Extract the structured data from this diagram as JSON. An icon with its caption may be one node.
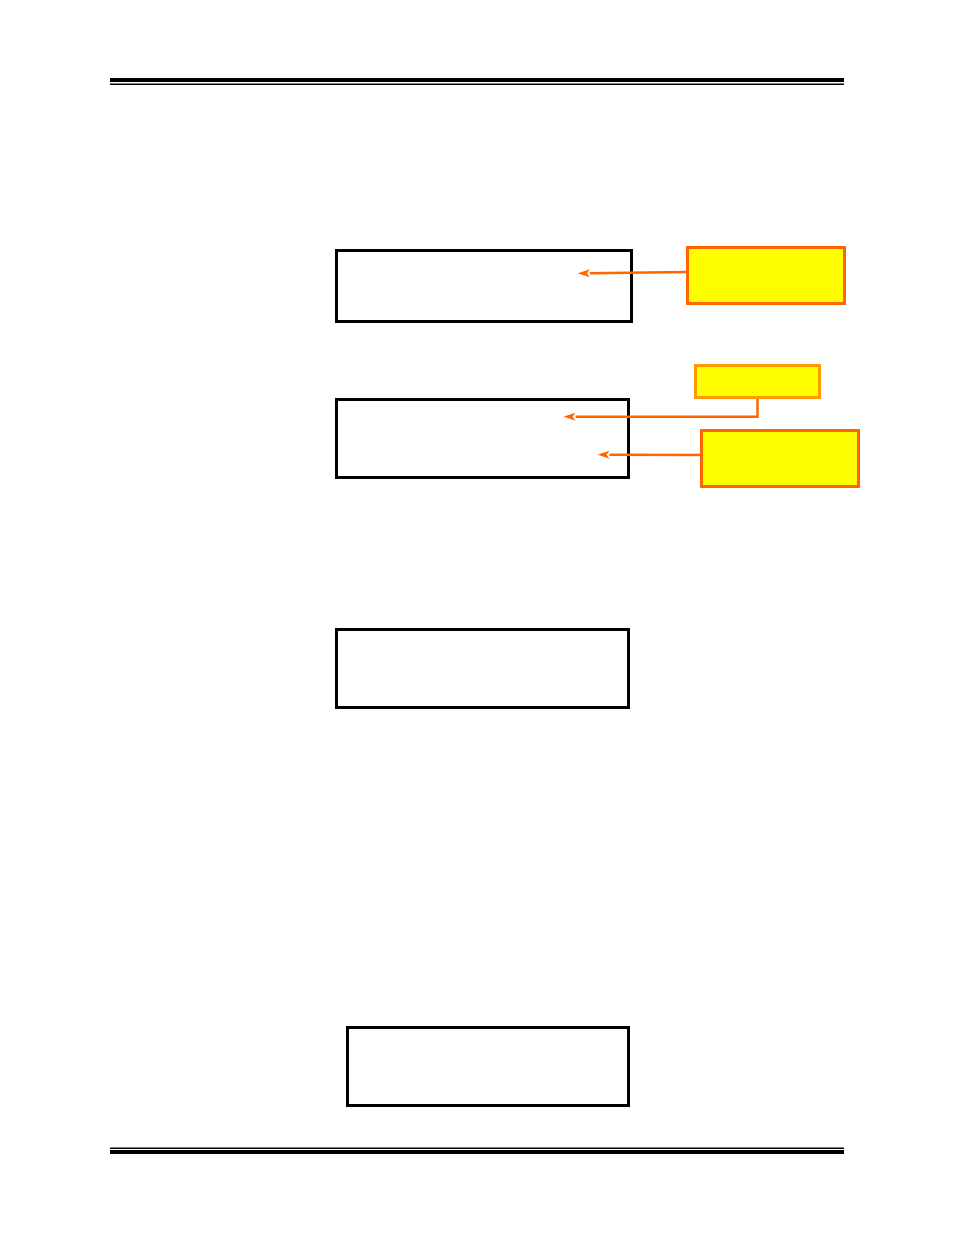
{
  "diagram": {
    "nodes": [
      {
        "text": [],
        "shape": "box"
      },
      {
        "text": [],
        "shape": "box"
      },
      {
        "text": [],
        "shape": "box"
      },
      {
        "text": [],
        "shape": "box"
      },
      {
        "text": [],
        "shape": "box"
      },
      {
        "text": [],
        "shape": "box"
      },
      {
        "text": [],
        "shape": "box"
      }
    ],
    "edges": [
      {
        "from": 1,
        "to": 0,
        "arrow": "to"
      },
      {
        "from": 2,
        "to": 3,
        "arrow": "to"
      },
      {
        "from": 4,
        "to": 3,
        "arrow": "to"
      }
    ]
  }
}
